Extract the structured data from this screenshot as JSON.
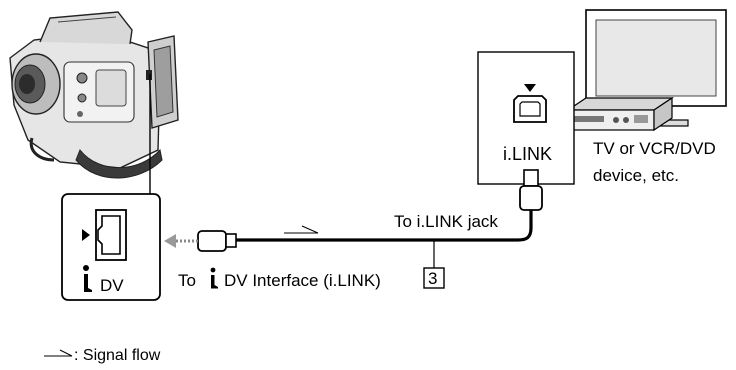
{
  "camcorder_panel": {
    "dv_label": "DV"
  },
  "tv_panel": {
    "port_label": "i.LINK",
    "device_caption_line1": "TV or VCR/DVD",
    "device_caption_line2": "device, etc."
  },
  "cable": {
    "to_ilink_jack_label": "To i.LINK jack",
    "to_dv_interface_prefix": "To",
    "to_dv_interface_suffix": "DV Interface (i.LINK)",
    "callout_number": "3"
  },
  "legend": {
    "signal_flow_label": ": Signal flow"
  },
  "icons": {
    "ilink_symbol": "i-link-icon",
    "port_arrow": "triangle-right-icon",
    "port_down_arrow": "triangle-down-icon",
    "signal_arrow": "signal-flow-arrow-icon"
  }
}
